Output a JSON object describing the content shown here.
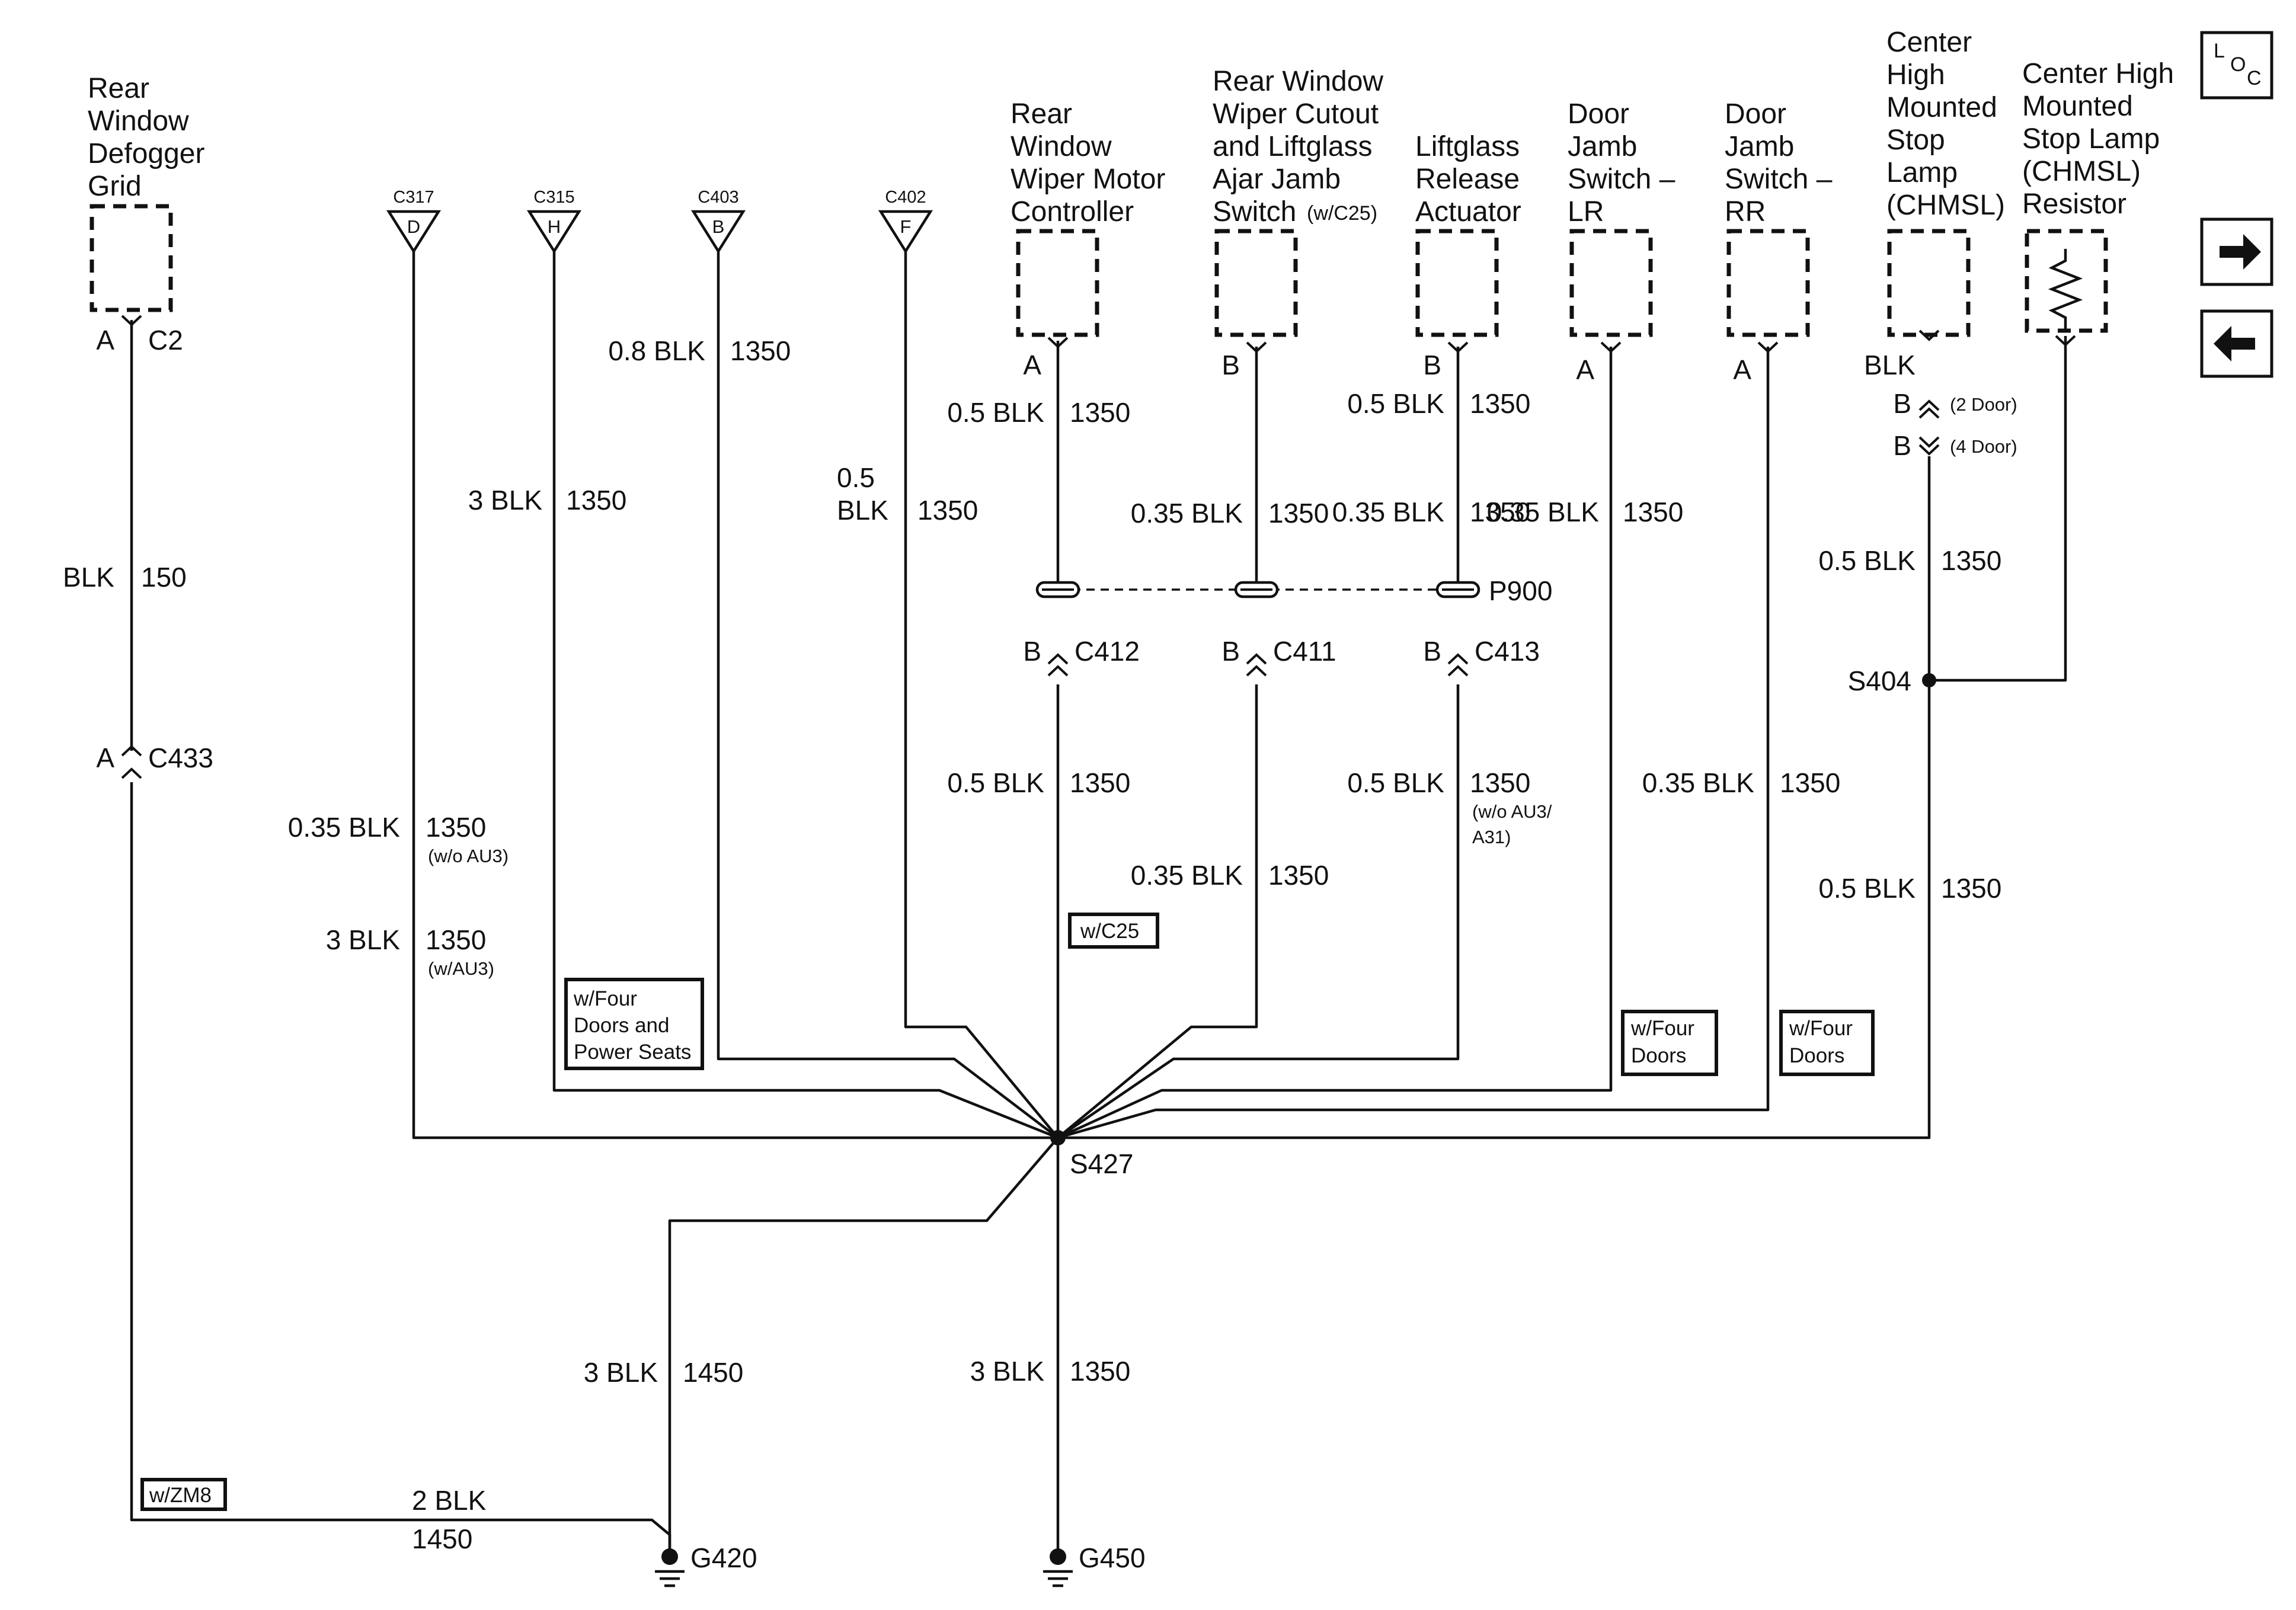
{
  "components": {
    "defogger": [
      "Rear",
      "Window",
      "Defogger",
      "Grid"
    ],
    "wiper_motor": [
      "Rear",
      "Window",
      "Wiper Motor",
      "Controller"
    ],
    "wiper_cutout": [
      "Rear Window",
      "Wiper Cutout",
      "and Liftglass",
      "Ajar Jamb",
      "Switch"
    ],
    "wiper_cutout_option": "(w/C25)",
    "liftglass": [
      "Liftglass",
      "Release",
      "Actuator"
    ],
    "door_lr": [
      "Door",
      "Jamb",
      "Switch –",
      "LR"
    ],
    "door_rr": [
      "Door",
      "Jamb",
      "Switch –",
      "RR"
    ],
    "chmsl": [
      "Center",
      "High",
      "Mounted",
      "Stop",
      "Lamp",
      "(CHMSL)"
    ],
    "chmsl_resistor": [
      "Center High",
      "Mounted",
      "Stop Lamp",
      "(CHMSL)",
      "Resistor"
    ]
  },
  "inline_connectors": [
    {
      "name": "C317",
      "pin": "D"
    },
    {
      "name": "C315",
      "pin": "H"
    },
    {
      "name": "C403",
      "pin": "B"
    },
    {
      "name": "C402",
      "pin": "F"
    }
  ],
  "pins": {
    "defogger": "A",
    "defogger_conn": "C2",
    "wiper_motor": "A",
    "wiper_cutout": "B",
    "liftglass": "B",
    "door_lr": "A",
    "door_rr": "A",
    "chmsl_color": "BLK",
    "chmsl_pin1": "B",
    "chmsl_pin1_note": "(2 Door)",
    "chmsl_pin2": "B",
    "chmsl_pin2_note": "(4 Door)",
    "c433_pin": "A",
    "c433": "C433",
    "c412_pin": "B",
    "c412": "C412",
    "c411_pin": "B",
    "c411": "C411",
    "c413_pin": "B",
    "c413": "C413",
    "p900": "P900"
  },
  "wires": {
    "defogger": {
      "color": "BLK",
      "circuit": "150"
    },
    "c403": {
      "color": "0.8 BLK",
      "circuit": "1350"
    },
    "c315": {
      "color": "3 BLK",
      "circuit": "1350"
    },
    "c402_size": "0.5",
    "c402_color": "BLK",
    "c402_circuit": "1350",
    "wiper_motor_upper": {
      "color": "0.5 BLK",
      "circuit": "1350"
    },
    "wiper_cutout_upper": {
      "color": "0.35 BLK",
      "circuit": "1350"
    },
    "liftglass_top": {
      "color": "0.5 BLK",
      "circuit": "1350"
    },
    "liftglass_upper": {
      "color": "0.35 BLK",
      "circuit": "1350"
    },
    "door_lr_upper": {
      "color": "0.35 BLK",
      "circuit": "1350"
    },
    "chmsl_upper": {
      "color": "0.5 BLK",
      "circuit": "1350"
    },
    "c317_a": {
      "color": "0.35 BLK",
      "circuit": "1350",
      "note": "(w/o AU3)"
    },
    "c317_b": {
      "color": "3 BLK",
      "circuit": "1350",
      "note": "(w/AU3)"
    },
    "wiper_motor_lower": {
      "color": "0.5 BLK",
      "circuit": "1350"
    },
    "wiper_cutout_lower": {
      "color": "0.35 BLK",
      "circuit": "1350"
    },
    "liftglass_lower": {
      "color": "0.5 BLK",
      "circuit": "1350",
      "note1": "(w/o AU3/",
      "note2": "A31)"
    },
    "door_rr_lower": {
      "color": "0.35 BLK",
      "circuit": "1350"
    },
    "chmsl_lower": {
      "color": "0.5 BLK",
      "circuit": "1350"
    },
    "g420_drop": {
      "color": "3 BLK",
      "circuit": "1450"
    },
    "g450_drop": {
      "color": "3 BLK",
      "circuit": "1350"
    },
    "zm8_run": {
      "color": "2 BLK",
      "circuit": "1450"
    }
  },
  "option_boxes": {
    "four_doors_power_seats": [
      "w/Four",
      "Doors and",
      "Power Seats"
    ],
    "w_c25": "w/C25",
    "four_doors_lr": [
      "w/Four",
      "Doors"
    ],
    "four_doors_rr": [
      "w/Four",
      "Doors"
    ],
    "w_zm8": "w/ZM8"
  },
  "splices": {
    "s427": "S427",
    "s404": "S404"
  },
  "grounds": {
    "g420": "G420",
    "g450": "G450"
  },
  "nav": {
    "loc_letters": [
      "L",
      "O",
      "C"
    ],
    "forward_icon": "arrow-right-icon",
    "back_icon": "arrow-left-icon"
  }
}
